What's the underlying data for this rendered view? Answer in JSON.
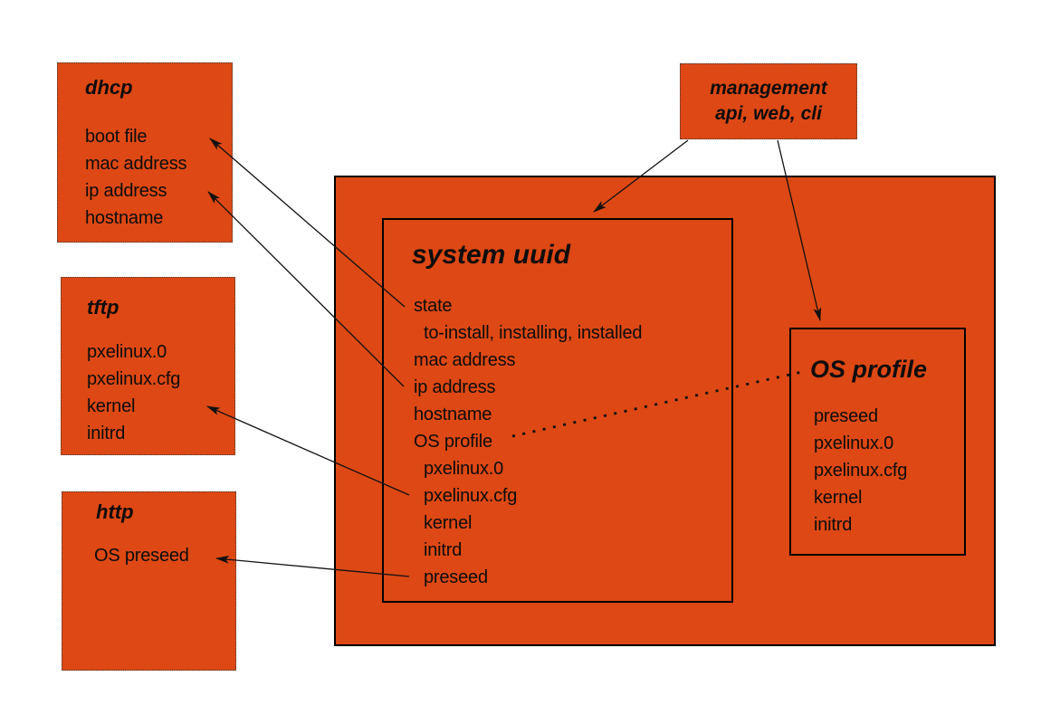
{
  "colors": {
    "box_fill": "#DD4814",
    "solid_border": "#000000",
    "dotted_border": "#3d3d3d",
    "connector": "#111111",
    "text": "#0d0d0d",
    "background": "#ffffff"
  },
  "boxes": {
    "dhcp": {
      "title": "dhcp",
      "items": [
        "boot file",
        "mac address",
        "ip address",
        "hostname"
      ]
    },
    "tftp": {
      "title": "tftp",
      "items": [
        "pxelinux.0",
        "pxelinux.cfg",
        "kernel",
        "initrd"
      ]
    },
    "http": {
      "title": "http",
      "items": [
        "OS preseed"
      ]
    },
    "management": {
      "line1": "management",
      "line2": "api, web, cli"
    },
    "system_uuid": {
      "title": "system uuid",
      "items": [
        "state",
        "to-install, installing, installed",
        "mac address",
        "ip address",
        "hostname",
        "OS profile",
        "pxelinux.0",
        "pxelinux.cfg",
        "kernel",
        "initrd",
        "preseed"
      ]
    },
    "os_profile": {
      "title": "OS profile",
      "items": [
        "preseed",
        "pxelinux.0",
        "pxelinux.cfg",
        "kernel",
        "initrd"
      ]
    }
  }
}
